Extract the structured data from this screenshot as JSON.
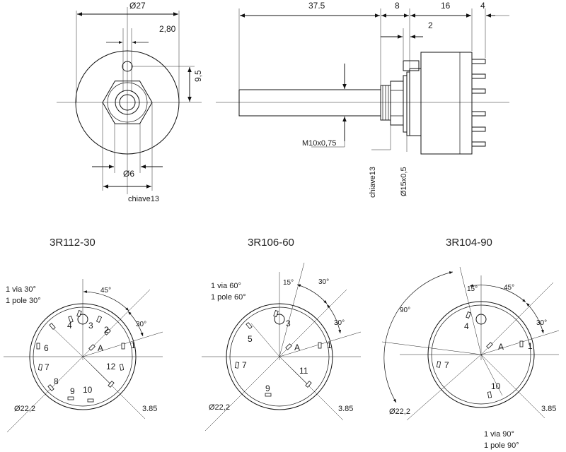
{
  "front_view": {
    "diameter_label": "Ø27",
    "key_offset_label": "2,80",
    "key_height_label": "9,5",
    "shaft_diameter_label": "Ø6",
    "nut_label": "chiave13"
  },
  "side_view": {
    "length_shaft_label": "37.5",
    "bushing_length_label": "8",
    "body_length_label": "16",
    "terminal_length_label": "4",
    "gap_label": "2",
    "thread_label": "M10x0,75",
    "nut_label": "chiave13",
    "flange_label": "Ø15x0,5"
  },
  "models": [
    {
      "title": "3R112-30",
      "via_label": "1 via 30°",
      "pole_label": "1 pole 30°",
      "angle_a_label": "45°",
      "angle_b_label": "30°",
      "diameter_label": "Ø22,2",
      "pitch_label": "3.85",
      "common_label": "A",
      "positions": [
        "1",
        "2",
        "3",
        "4",
        "6",
        "7",
        "8",
        "9",
        "10",
        "12"
      ]
    },
    {
      "title": "3R106-60",
      "via_label": "1 via 60°",
      "pole_label": "1 pole 60°",
      "angle_top_label": "15°",
      "angle_a_label": "30°",
      "angle_b_label": "30°",
      "diameter_label": "Ø22,2",
      "pitch_label": "3.85",
      "common_label": "A",
      "positions": [
        "1",
        "3",
        "5",
        "7",
        "9",
        "11"
      ]
    },
    {
      "title": "3R104-90",
      "via_label": "1 via 90°",
      "pole_label": "1 pole 90°",
      "angle_top_label": "15°",
      "angle_a_label": "45°",
      "angle_b_label": "30°",
      "angle_c_label": "90°",
      "diameter_label": "Ø22,2",
      "pitch_label": "3.85",
      "common_label": "A",
      "positions": [
        "1",
        "4",
        "7",
        "10"
      ]
    }
  ]
}
